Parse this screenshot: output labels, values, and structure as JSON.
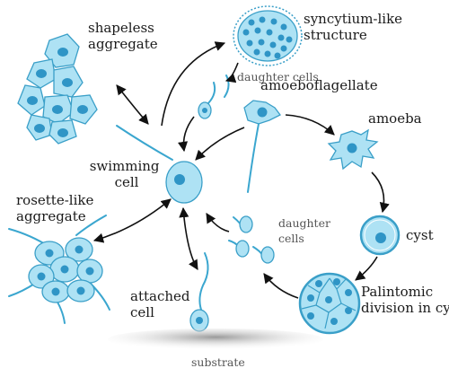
{
  "labels": {
    "shapeless": [
      "shapeless",
      "aggregate"
    ],
    "syncytium": [
      "syncytium-like",
      "structure"
    ],
    "daughter_top": "daughter cells",
    "amoeboflagellate": "amoeboflagellate",
    "amoeba": "amoeba",
    "swimming": [
      "swimming",
      "cell"
    ],
    "rosette": [
      "rosette-like",
      "aggregate"
    ],
    "daughter_mid": [
      "daughter",
      "cells"
    ],
    "cyst": "cyst",
    "palintomic": [
      "Palintomic",
      "division in cyst"
    ],
    "attached": [
      "attached",
      "cell"
    ],
    "substrate": "substrate"
  },
  "colors": {
    "cell_fill": "#aee2f4",
    "cell_stroke": "#3a9fc8",
    "nucleus": "#2f95c6",
    "flagellum": "#3aa6cf",
    "arrow": "#111111"
  }
}
